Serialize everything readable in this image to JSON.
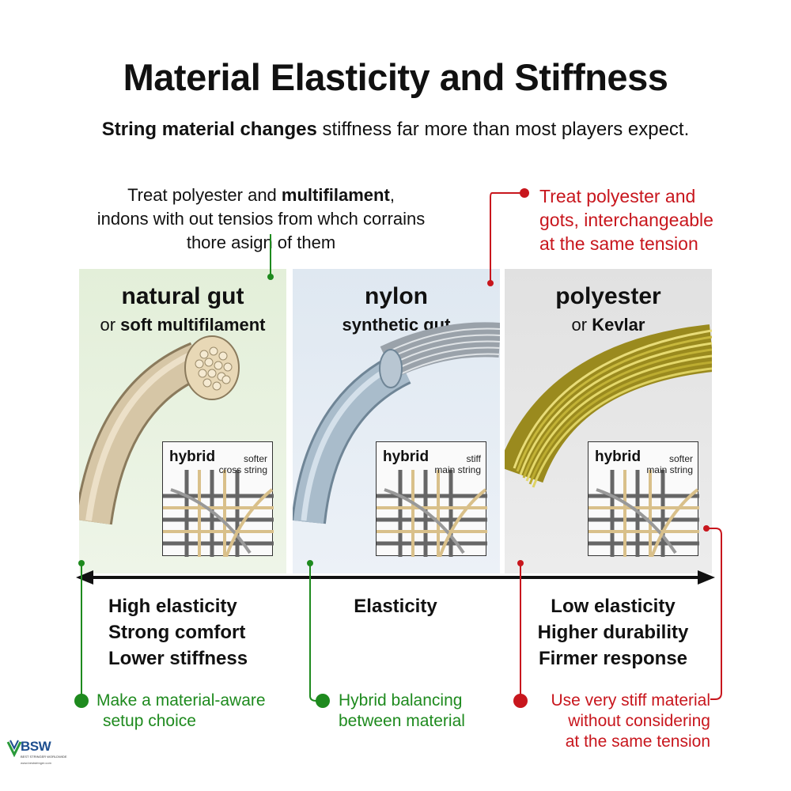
{
  "title": "Material Elasticity and Stiffness",
  "subtitle": {
    "bold": "String material changes",
    "rest": " stiffness far more than most players expect."
  },
  "top_note": {
    "line1_pre": "Treat polyester and ",
    "line1_bold": "multifilament",
    "line1_post": ",",
    "line2": "indons with out tensios from whch corrains",
    "line3": "thore asign of them"
  },
  "red_note": {
    "line1": "Treat polyester and",
    "line2": "gots, interchangeable",
    "line3": "at the same tension"
  },
  "panels": [
    {
      "title": "natural gut",
      "sub_pre": "or ",
      "sub_bold": "soft multifilament",
      "inset_title": "hybrid",
      "inset_sub1": "softer",
      "inset_sub2": "cross string",
      "string_color": "#cfbf9f"
    },
    {
      "title": "nylon",
      "sub_pre": "",
      "sub_bold": "synthetic gut",
      "inset_title": "hybrid",
      "inset_sub1": "stiff",
      "inset_sub2": "main string",
      "string_color": "#a8bccb"
    },
    {
      "title": "polyester",
      "sub_pre": "or ",
      "sub_bold": "Kevlar",
      "inset_title": "hybrid",
      "inset_sub1": "softer",
      "inset_sub2": "main string",
      "string_color": "#cfc04a"
    }
  ],
  "props_left": [
    "High elasticity",
    "Strong comfort",
    "Lower stiffness"
  ],
  "props_mid": [
    "Elasticity"
  ],
  "props_right": [
    "Low elasticity",
    "Higher durability",
    "Firmer response"
  ],
  "bottom_notes": {
    "left": [
      "Make a material-aware",
      "setup choice"
    ],
    "mid": [
      "Hybrid balancing",
      "between material"
    ],
    "right": [
      "Use very stiff material",
      "without considering",
      "at the same tension"
    ]
  },
  "logo": {
    "name": "BSW",
    "tagline": "BEST STRINGER WORLDWIDE",
    "url": "www.beststringer.com"
  },
  "colors": {
    "green": "#1e8a1e",
    "red": "#c8161d",
    "axis": "#111111"
  }
}
